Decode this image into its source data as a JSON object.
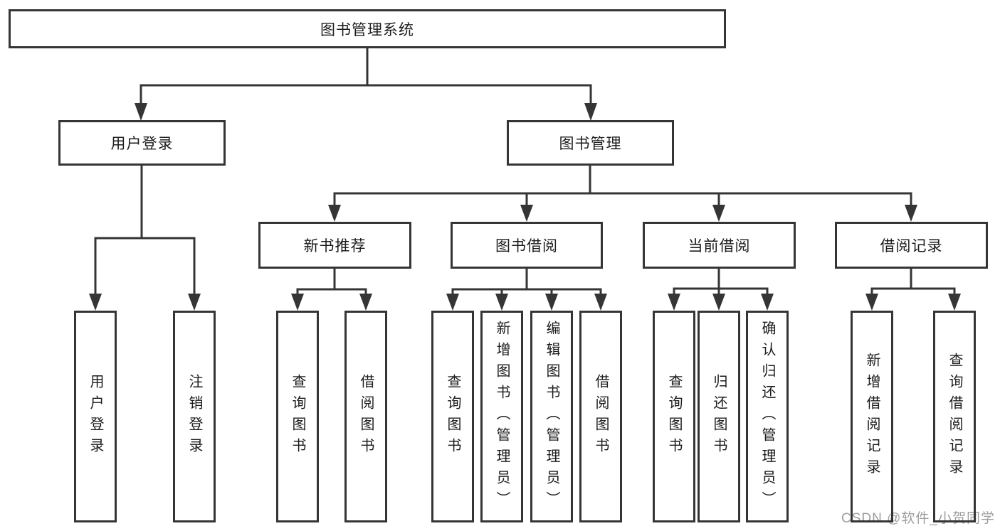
{
  "diagram": {
    "title_note": "library management system function structure diagram",
    "colors": {
      "line": "#353535",
      "text": "#1c1c1c",
      "watermark": "#9e9e9e",
      "background": "#ffffff"
    },
    "root": {
      "label": "图书管理系统"
    },
    "branches": [
      {
        "label": "用户登录",
        "children": [
          {
            "label": "用户登录"
          },
          {
            "label": "注销登录"
          }
        ]
      },
      {
        "label": "图书管理",
        "children": [
          {
            "label": "新书推荐",
            "children": [
              {
                "label": "查询图书"
              },
              {
                "label": "借阅图书"
              }
            ]
          },
          {
            "label": "图书借阅",
            "children": [
              {
                "label": "查询图书"
              },
              {
                "label": "新增图书（管理员）"
              },
              {
                "label": "编辑图书（管理员）"
              },
              {
                "label": "借阅图书"
              }
            ]
          },
          {
            "label": "当前借阅",
            "children": [
              {
                "label": "查询图书"
              },
              {
                "label": "归还图书"
              },
              {
                "label": "确认归还（管理员）"
              }
            ]
          },
          {
            "label": "借阅记录",
            "children": [
              {
                "label": "新增借阅记录"
              },
              {
                "label": "查询借阅记录"
              }
            ]
          }
        ]
      }
    ],
    "watermark": "CSDN @软件_小贺同学"
  }
}
